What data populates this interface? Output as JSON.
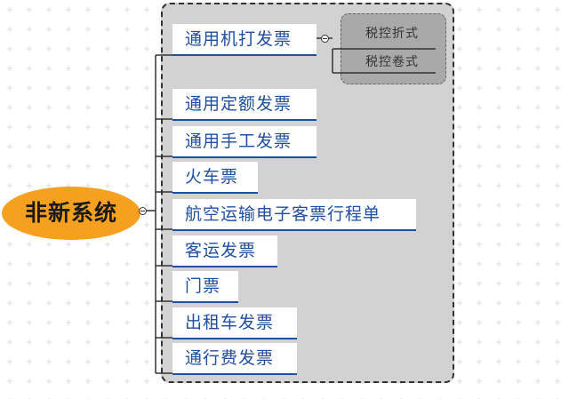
{
  "root": {
    "label": "非新系统",
    "color": "#f5a01f"
  },
  "branches": [
    {
      "label": "通用机打发票",
      "children": [
        "税控折式",
        "税控卷式"
      ]
    },
    {
      "label": "通用定额发票"
    },
    {
      "label": "通用手工发票"
    },
    {
      "label": "火车票"
    },
    {
      "label": "航空运输电子客票行程单"
    },
    {
      "label": "客运发票"
    },
    {
      "label": "门票"
    },
    {
      "label": "出租车发票"
    },
    {
      "label": "通行费发票"
    }
  ],
  "colors": {
    "branch_text": "#1f4fa0",
    "group_background": "#d2d2d2",
    "subgroup_background": "#a9a9a9"
  }
}
